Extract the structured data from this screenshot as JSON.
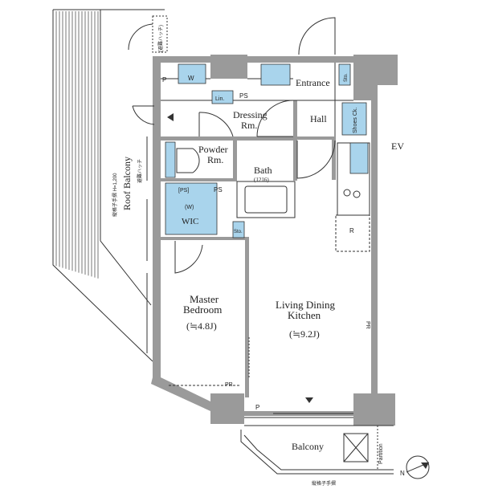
{
  "plan": {
    "rooms": {
      "entrance": "Entrance",
      "hall": "Hall",
      "dressing_line1": "Dressing",
      "dressing_line2": "Rm.",
      "powder_line1": "Powder",
      "powder_line2": "Rm.",
      "bath": "Bath",
      "bath_size": "(1216)",
      "wic": "WIC",
      "master_line1": "Master",
      "master_line2": "Bedroom",
      "master_size": "(≒4.8J)",
      "ldk_line1": "Living Dining",
      "ldk_line2": "Kitchen",
      "ldk_size": "(≒9.2J)",
      "balcony": "Balcony",
      "roof_balcony": "Roof Balcony",
      "ev": "EV"
    },
    "fixtures": {
      "p_top": "P",
      "w_top": "W",
      "lin": "Lin.",
      "ps_top": "PS",
      "sto_top": "Sto.",
      "shoes": "Shoes Ck.",
      "ps_bracket": "[PS]",
      "ps_mid": "PS",
      "w_bracket": "(W)",
      "sto_mid": "Sto.",
      "r": "R",
      "pr_bottom": "PR",
      "pr_right": "PR",
      "p_bottom": "P"
    },
    "notes": {
      "roof_rail": "縦格子手摺 H=1,200",
      "roof_hatch": "避難ハッチ",
      "top_left": "(避難ハッチ)",
      "balcony_rail": "縦格子手摺",
      "partition": "Partition",
      "north": "N"
    }
  }
}
